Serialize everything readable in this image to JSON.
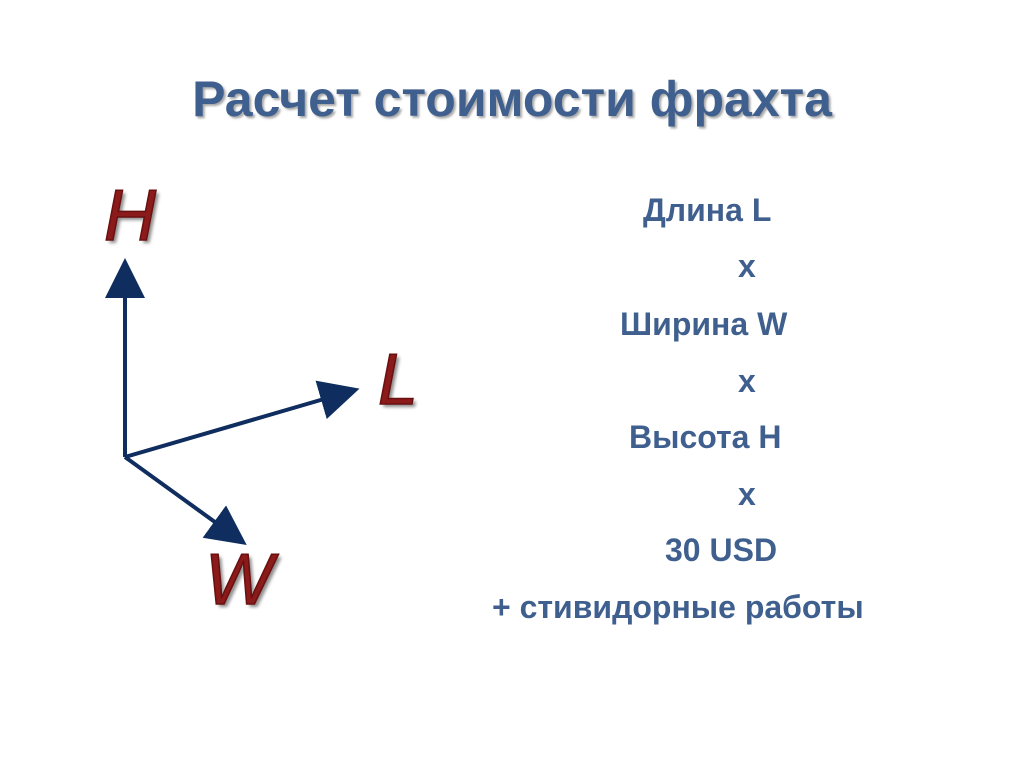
{
  "slide": {
    "title": "Расчет стоимости фрахта",
    "axes": {
      "h_label": "H",
      "l_label": "L",
      "w_label": "W",
      "arrow_color": "#0F2D5E",
      "label_color": "#8B1A1A"
    },
    "formula": {
      "length": "Длина L",
      "times1": "x",
      "width": "Ширина W",
      "times2": "x",
      "height": "Высота Н",
      "times3": "x",
      "rate": "30 USD",
      "extra": "+ стивидорные работы"
    },
    "colors": {
      "title": "#3F5F8E",
      "text": "#3F5F8E"
    }
  }
}
